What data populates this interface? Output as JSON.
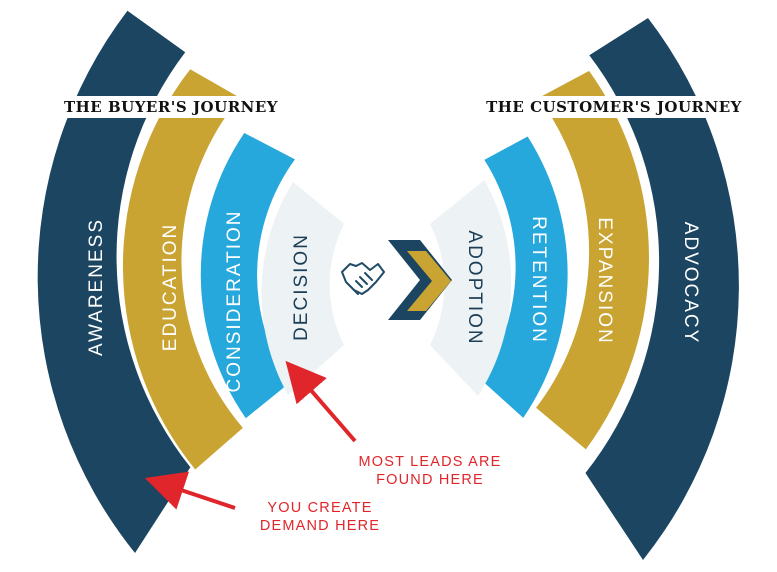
{
  "colors": {
    "navy": "#1b4560",
    "gold": "#c9a432",
    "blue": "#27a8dc",
    "pale": "#edf2f5",
    "arrow_red": "#e0262b",
    "hands_stroke": "#1f4b66"
  },
  "buyers_journey": {
    "title": "THE BUYER'S JOURNEY",
    "stages": [
      "AWARENESS",
      "EDUCATION",
      "CONSIDERATION",
      "DECISION"
    ]
  },
  "customers_journey": {
    "title": "THE CUSTOMER'S JOURNEY",
    "stages": [
      "ADOPTION",
      "RETENTION",
      "EXPANSION",
      "ADVOCACY"
    ]
  },
  "center": {
    "icon": "handshake-icon",
    "chevrons": "double-chevron-right-icon"
  },
  "annotations": {
    "leads": [
      "MOST LEADS ARE",
      "FOUND HERE"
    ],
    "demand": [
      "YOU CREATE",
      "DEMAND HERE"
    ]
  }
}
